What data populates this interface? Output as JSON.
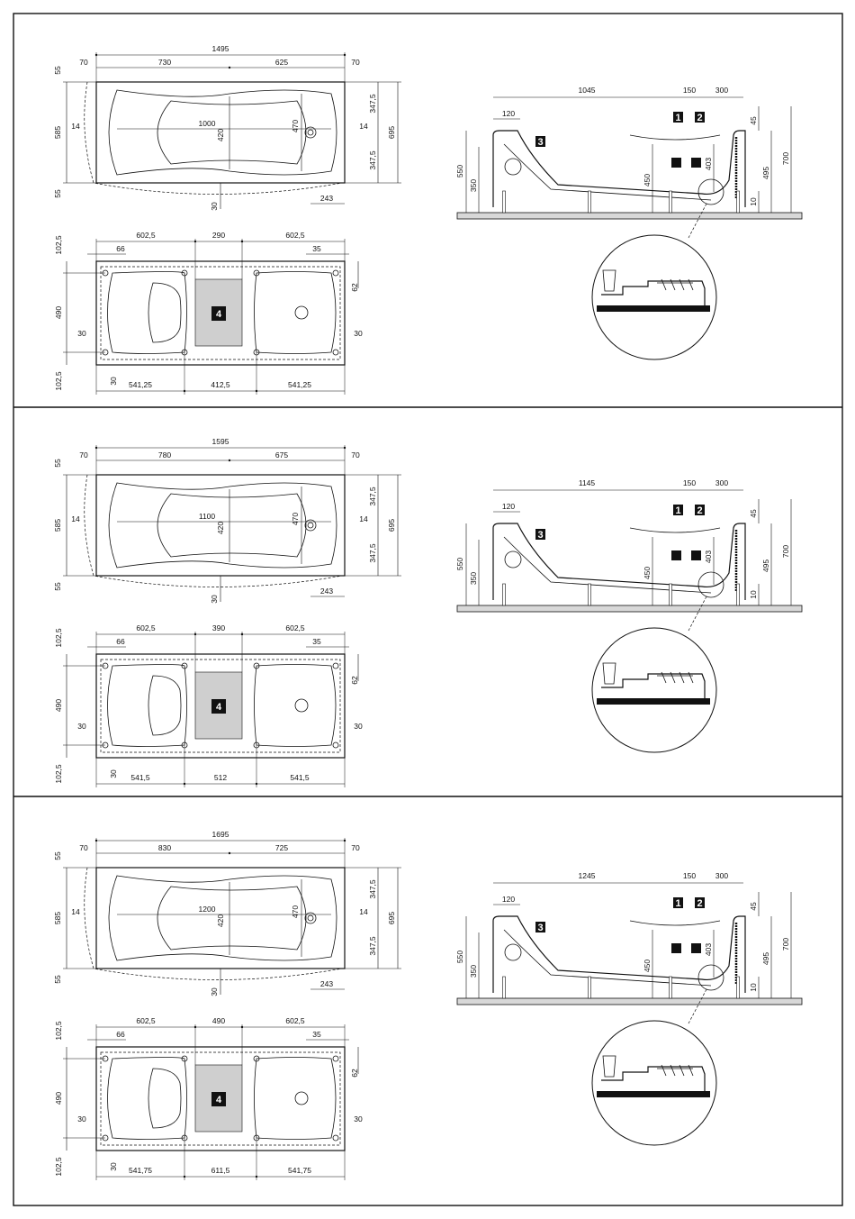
{
  "sections": [
    {
      "top": {
        "total_length": "1495",
        "left_part": "730",
        "right_part": "625",
        "end_left": "70",
        "end_right": "70",
        "inner_length": "1000",
        "top_margin": "55",
        "bottom_margin": "55",
        "width": "585",
        "side_left": "14",
        "side_right": "14",
        "inner_width": "420",
        "drain_width": "470",
        "half_width_top": "347,5",
        "half_width_bottom": "347,5",
        "overall_width": "695",
        "center_offset": "30",
        "drain_offset": "243"
      },
      "frame": {
        "top_left": "602,5",
        "top_mid": "290",
        "top_right": "602,5",
        "offset_left": "66",
        "offset_right": "35",
        "margin_top": "102,5",
        "margin_bottom": "102,5",
        "inner_height": "490",
        "side_left": "30",
        "side_right": "30",
        "foot_offset": "62",
        "center_offset": "30",
        "bottom_left": "541,25",
        "bottom_mid": "412,5",
        "bottom_right": "541,25",
        "marker": "4"
      },
      "side": {
        "length": "1045",
        "gap": "150",
        "right": "300",
        "inset": "120",
        "height_left": "550",
        "height_inner": "350",
        "height_drain": "450",
        "height_mid": "403",
        "height_right": "495",
        "top_gap": "45",
        "total_height": "700",
        "floor_gap": "10",
        "marker_1": "1",
        "marker_2": "2",
        "marker_3": "3"
      }
    },
    {
      "top": {
        "total_length": "1595",
        "left_part": "780",
        "right_part": "675",
        "end_left": "70",
        "end_right": "70",
        "inner_length": "1100",
        "top_margin": "55",
        "bottom_margin": "55",
        "width": "585",
        "side_left": "14",
        "side_right": "14",
        "inner_width": "420",
        "drain_width": "470",
        "half_width_top": "347,5",
        "half_width_bottom": "347,5",
        "overall_width": "695",
        "center_offset": "30",
        "drain_offset": "243"
      },
      "frame": {
        "top_left": "602,5",
        "top_mid": "390",
        "top_right": "602,5",
        "offset_left": "66",
        "offset_right": "35",
        "margin_top": "102,5",
        "margin_bottom": "102,5",
        "inner_height": "490",
        "side_left": "30",
        "side_right": "30",
        "foot_offset": "62",
        "center_offset": "30",
        "bottom_left": "541,5",
        "bottom_mid": "512",
        "bottom_right": "541,5",
        "marker": "4"
      },
      "side": {
        "length": "1145",
        "gap": "150",
        "right": "300",
        "inset": "120",
        "height_left": "550",
        "height_inner": "350",
        "height_drain": "450",
        "height_mid": "403",
        "height_right": "495",
        "top_gap": "45",
        "total_height": "700",
        "floor_gap": "10",
        "marker_1": "1",
        "marker_2": "2",
        "marker_3": "3"
      }
    },
    {
      "top": {
        "total_length": "1695",
        "left_part": "830",
        "right_part": "725",
        "end_left": "70",
        "end_right": "70",
        "inner_length": "1200",
        "top_margin": "55",
        "bottom_margin": "55",
        "width": "585",
        "side_left": "14",
        "side_right": "14",
        "inner_width": "420",
        "drain_width": "470",
        "half_width_top": "347,5",
        "half_width_bottom": "347,5",
        "overall_width": "695",
        "center_offset": "30",
        "drain_offset": "243"
      },
      "frame": {
        "top_left": "602,5",
        "top_mid": "490",
        "top_right": "602,5",
        "offset_left": "66",
        "offset_right": "35",
        "margin_top": "102,5",
        "margin_bottom": "102,5",
        "inner_height": "490",
        "side_left": "30",
        "side_right": "30",
        "foot_offset": "62",
        "center_offset": "30",
        "bottom_left": "541,75",
        "bottom_mid": "611,5",
        "bottom_right": "541,75",
        "marker": "4"
      },
      "side": {
        "length": "1245",
        "gap": "150",
        "right": "300",
        "inset": "120",
        "height_left": "550",
        "height_inner": "350",
        "height_drain": "450",
        "height_mid": "403",
        "height_right": "495",
        "top_gap": "45",
        "total_height": "700",
        "floor_gap": "10",
        "marker_1": "1",
        "marker_2": "2",
        "marker_3": "3"
      }
    }
  ]
}
